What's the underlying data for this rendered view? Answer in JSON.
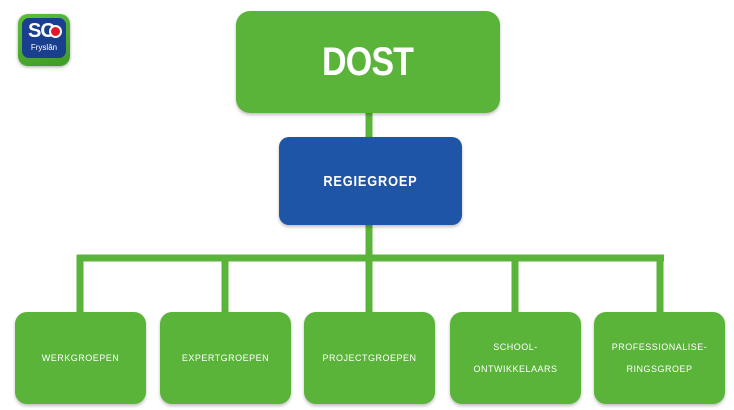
{
  "logo": {
    "main": "SO",
    "sub": "Fryslân"
  },
  "diagram": {
    "root": "DOST",
    "level1": "REGIEGROEP",
    "children": [
      "WERKGROEPEN",
      "EXPERTGROEPEN",
      "PROJECTGROEPEN",
      "SCHOOL-\nONTWIKKELAARS",
      "PROFESSIONALISE-\nRINGSGROEP"
    ]
  },
  "colors": {
    "green": "#5ab43a",
    "blue": "#1f55a6",
    "connector": "#5ab43a"
  }
}
